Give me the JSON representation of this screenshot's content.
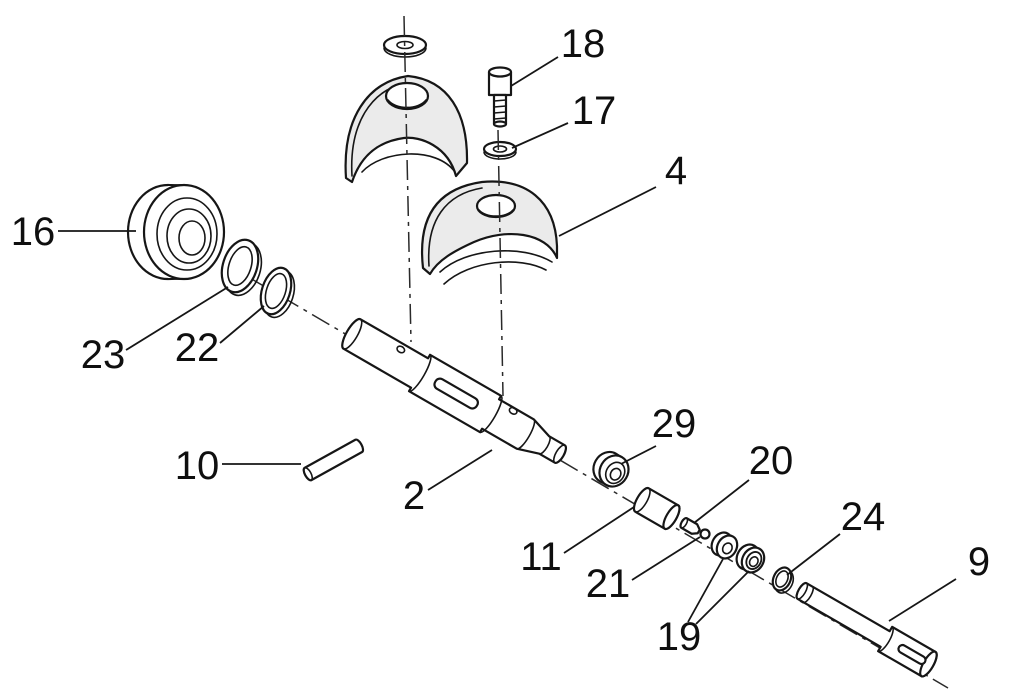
{
  "diagram": {
    "type": "exploded-parts-view",
    "colors": {
      "background": "#ffffff",
      "line": "#161616",
      "part_fill": "#ffffff",
      "cap_fill": "#ebebeb",
      "label_color": "#0f0f0f"
    },
    "callouts": [
      {
        "name": "bearing",
        "label": "16"
      },
      {
        "name": "seal-ring",
        "label": "23"
      },
      {
        "name": "snap-ring",
        "label": "22"
      },
      {
        "name": "pin",
        "label": "10"
      },
      {
        "name": "main-shaft",
        "label": "2"
      },
      {
        "name": "bolt",
        "label": "18"
      },
      {
        "name": "washer",
        "label": "17"
      },
      {
        "name": "bearing-cap",
        "label": "4"
      },
      {
        "name": "small-bearing",
        "label": "29"
      },
      {
        "name": "spacer-sleeve",
        "label": "11"
      },
      {
        "name": "plug",
        "label": "20"
      },
      {
        "name": "ball",
        "label": "21"
      },
      {
        "name": "retaining-ring",
        "label": "24"
      },
      {
        "name": "bearing-pair",
        "label": "19"
      },
      {
        "name": "end-shaft",
        "label": "9"
      }
    ]
  }
}
